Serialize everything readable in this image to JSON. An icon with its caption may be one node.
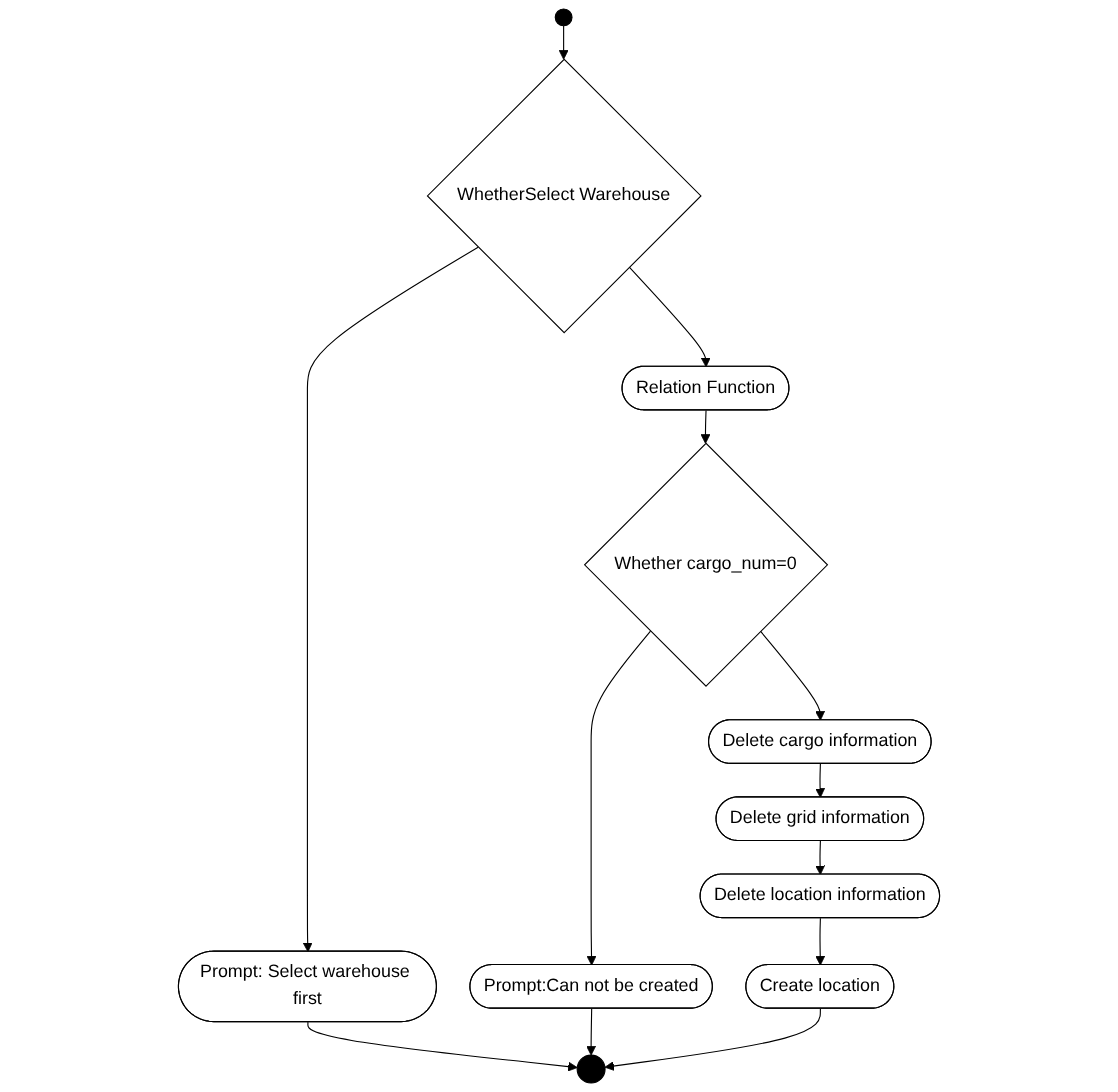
{
  "diagram": {
    "nodes": [
      {
        "text": [],
        "shape": "circle"
      },
      {
        "text": [
          "WhetherSelect Warehouse"
        ]
      },
      {
        "text": [
          "Prompt: Select warehouse first"
        ]
      },
      {
        "text": [
          "Relation Function"
        ]
      },
      {
        "text": [
          "Whether cargo_num=0"
        ]
      },
      {
        "text": [
          "Prompt:Can not be created"
        ]
      },
      {
        "text": [],
        "shape": "circle"
      },
      {
        "text": [
          "Delete cargo information"
        ]
      },
      {
        "text": [
          "Delete grid information"
        ]
      },
      {
        "text": [
          "Delete location information"
        ]
      },
      {
        "text": [
          "Create location"
        ]
      }
    ],
    "edges": [
      {
        "from": 0,
        "to": 1,
        "arrow": "to"
      },
      {
        "from": 1,
        "to": 2,
        "arrow": "to"
      },
      {
        "from": 1,
        "to": 3,
        "arrow": "to"
      },
      {
        "from": 3,
        "to": 4,
        "arrow": "to"
      },
      {
        "from": 4,
        "to": 5,
        "arrow": "to"
      },
      {
        "from": 4,
        "to": 7,
        "arrow": "to"
      },
      {
        "from": 7,
        "to": 8,
        "arrow": "to"
      },
      {
        "from": 8,
        "to": 9,
        "arrow": "to"
      },
      {
        "from": 9,
        "to": 10,
        "arrow": "to"
      },
      {
        "from": 10,
        "to": 6,
        "arrow": "to"
      },
      {
        "from": 2,
        "to": 6,
        "arrow": "to"
      },
      {
        "from": 5,
        "to": 6,
        "arrow": "to"
      }
    ]
  }
}
